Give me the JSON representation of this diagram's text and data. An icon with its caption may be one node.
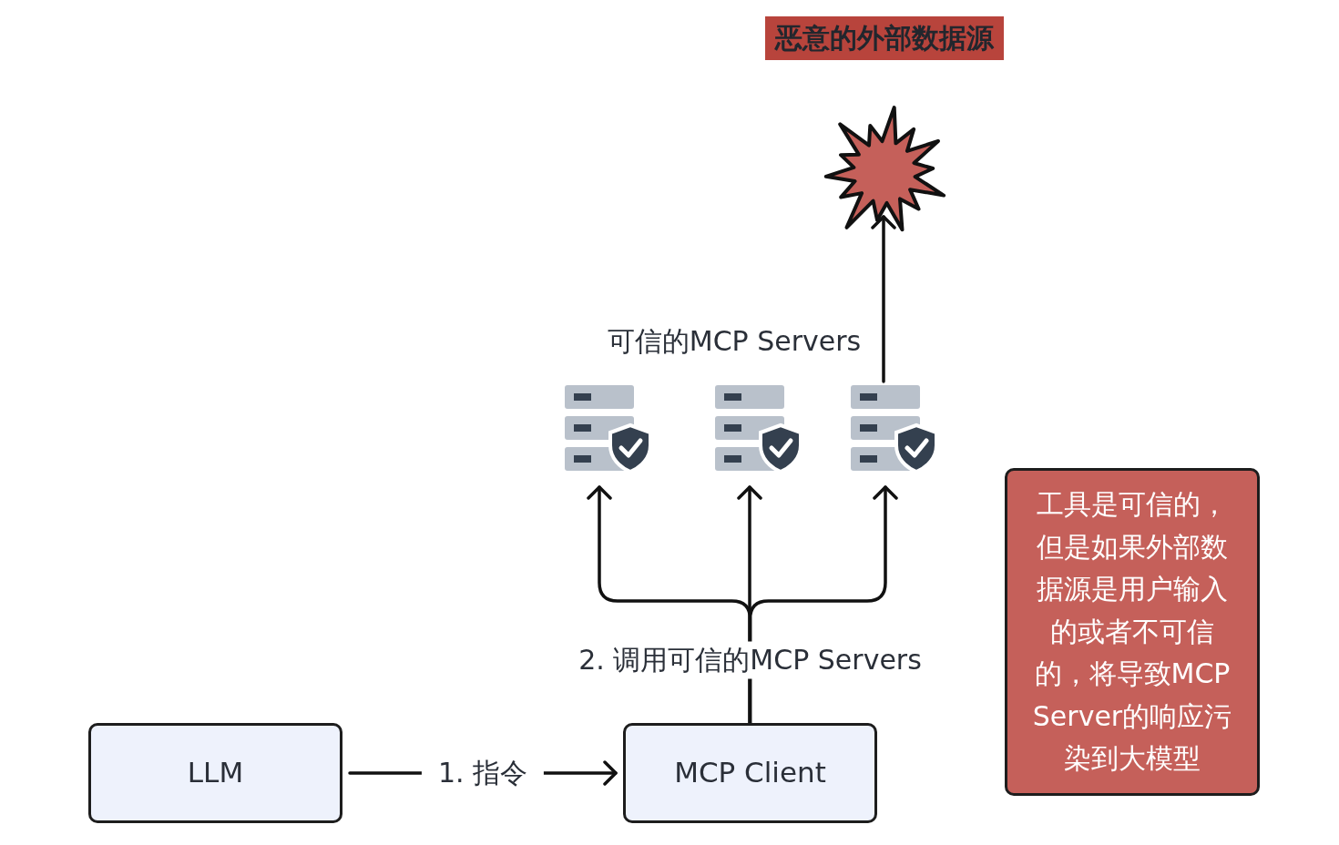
{
  "diagram": {
    "nodes": [
      {
        "text": [
          "恶意的外部数据源"
        ]
      },
      {
        "text": [],
        "shape": "burst"
      },
      {
        "text": [],
        "shape": "server"
      },
      {
        "text": [],
        "shape": "server"
      },
      {
        "text": [],
        "shape": "server"
      },
      {
        "text": [
          "LLM"
        ]
      },
      {
        "text": [
          "MCP Client"
        ]
      },
      {
        "text": [
          "工具是可信的，但是如果外部数据源是用户输入的或者不可信的，将导致MCP Server的响应污染到大模型"
        ]
      }
    ],
    "edges": [
      {
        "from": 4,
        "to": 1,
        "arrow": "to"
      },
      {
        "from": 6,
        "to": 2,
        "arrow": "to"
      },
      {
        "from": 6,
        "to": 3,
        "arrow": "to",
        "label": "2. 调用可信的MCP Servers"
      },
      {
        "from": 6,
        "to": 4,
        "arrow": "to"
      },
      {
        "from": 5,
        "to": 6,
        "arrow": "to",
        "label": "1. 指令"
      }
    ],
    "labels": [
      "可信的MCP Servers"
    ]
  }
}
